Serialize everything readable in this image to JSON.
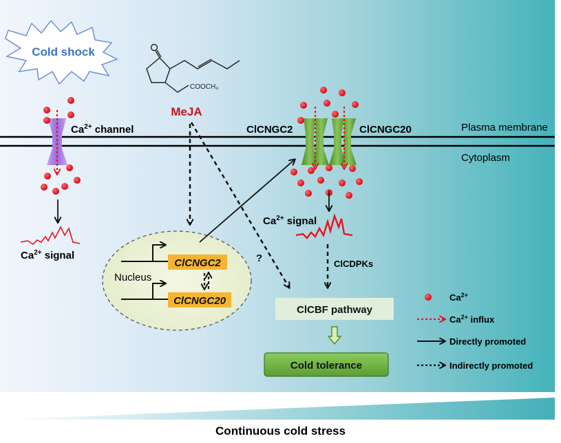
{
  "cold_shock": "Cold shock",
  "meja": "MeJA",
  "cooch3": "COOCH₃",
  "ca_channel_main": "Ca",
  "ca_channel_sup": "2+",
  "ca_channel_rest": " channel",
  "clcngc2_top": "ClCNGC2",
  "clcngc20_top": "ClCNGC20",
  "plasma_membrane": "Plasma membrane",
  "cytoplasm": "Cytoplasm",
  "left_signal_main": "Ca",
  "left_signal_sup": "2+",
  "left_signal_rest": " signal",
  "right_signal_main": "Ca",
  "right_signal_sup": "2+",
  "right_signal_rest": " signal",
  "nucleus": "Nucleus",
  "gene1": "ClCNGC2",
  "gene2": "ClCNGC20",
  "question_mark": "?",
  "clcdpks": "ClCDPKs",
  "cbf_pathway": "ClCBF pathway",
  "cold_tolerance": "Cold tolerance",
  "bottom_label": "Continuous cold stress",
  "legend": {
    "ca": "Ca",
    "ca_sup": "2+",
    "influx_main": "Ca",
    "influx_sup": "2+",
    "influx_rest": " influx",
    "direct": "Directly promoted",
    "indirect": "Indirectly promoted"
  },
  "colors": {
    "bg_left": "#ffffff",
    "bg_right": "#4fb7be",
    "calcium": "#e8141c",
    "channel_purple": "#a77bdc",
    "channel_green": "#5f9b38",
    "gene_box": "#f5b531",
    "cbf_box": "#dfefdc",
    "tolerance_box": "#73b547",
    "meja_red": "#c0161c",
    "cold_shock_blue": "#3e72c4"
  }
}
